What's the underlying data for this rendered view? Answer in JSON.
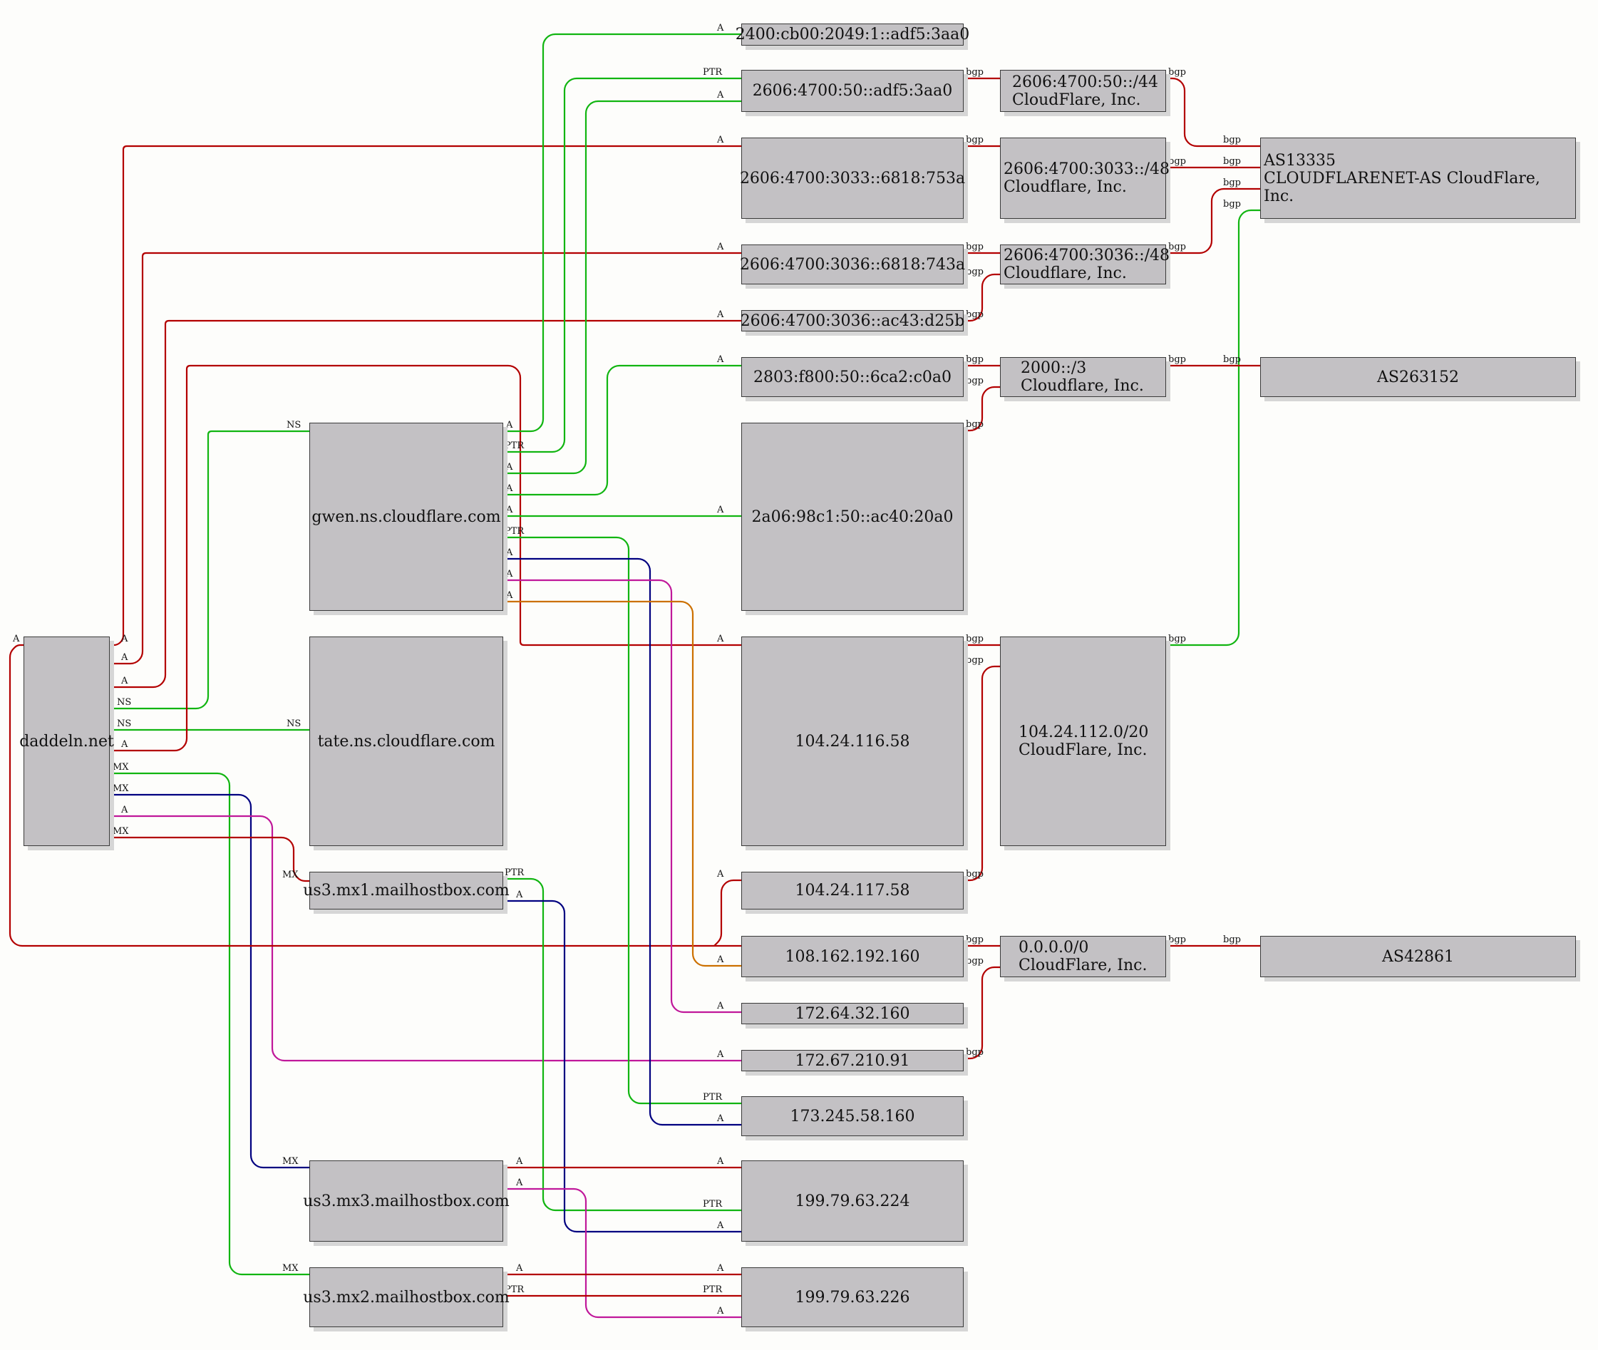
{
  "nodes": {
    "daddeln": "daddeln.net",
    "gwen": "gwen.ns.cloudflare.com",
    "tate": "tate.ns.cloudflare.com",
    "mx1": "us3.mx1.mailhostbox.com",
    "mx3": "us3.mx3.mailhostbox.com",
    "mx2": "us3.mx2.mailhostbox.com",
    "ip_2400": "2400:cb00:2049:1::adf5:3aa0",
    "ip_2606_50": "2606:4700:50::adf5:3aa0",
    "ip_3033": "2606:4700:3033::6818:753a",
    "ip_3036a": "2606:4700:3036::6818:743a",
    "ip_3036b": "2606:4700:3036::ac43:d25b",
    "ip_2803": "2803:f800:50::6ca2:c0a0",
    "ip_2a06": "2a06:98c1:50::ac40:20a0",
    "ip_104_116": "104.24.116.58",
    "ip_104_117": "104.24.117.58",
    "ip_108": "108.162.192.160",
    "ip_172_64": "172.64.32.160",
    "ip_172_67": "172.67.210.91",
    "ip_173": "173.245.58.160",
    "ip_199_224": "199.79.63.224",
    "ip_199_226": "199.79.63.226",
    "pfx_50": "2606:4700:50::/44\nCloudFlare, Inc.",
    "pfx_3033": "2606:4700:3033::/48\nCloudflare, Inc.",
    "pfx_3036": "2606:4700:3036::/48\nCloudflare, Inc.",
    "pfx_2000": "2000::/3\nCloudflare, Inc.",
    "pfx_104": "104.24.112.0/20\nCloudFlare, Inc.",
    "pfx_0": "0.0.0.0/0\nCloudFlare, Inc.",
    "as13335": "AS13335\nCLOUDFLARENET-AS CloudFlare, Inc.",
    "as263152": "AS263152",
    "as42861": "AS42861"
  },
  "edge_labels": {
    "a": "A",
    "ns": "NS",
    "mx": "MX",
    "ptr": "PTR",
    "bgp": "bgp"
  },
  "colors": {
    "red": "#b30000",
    "green": "#11b511",
    "navy": "#000080",
    "magenta": "#c0189a",
    "orange": "#cc7000",
    "node_fill": "#c3c1c4"
  }
}
